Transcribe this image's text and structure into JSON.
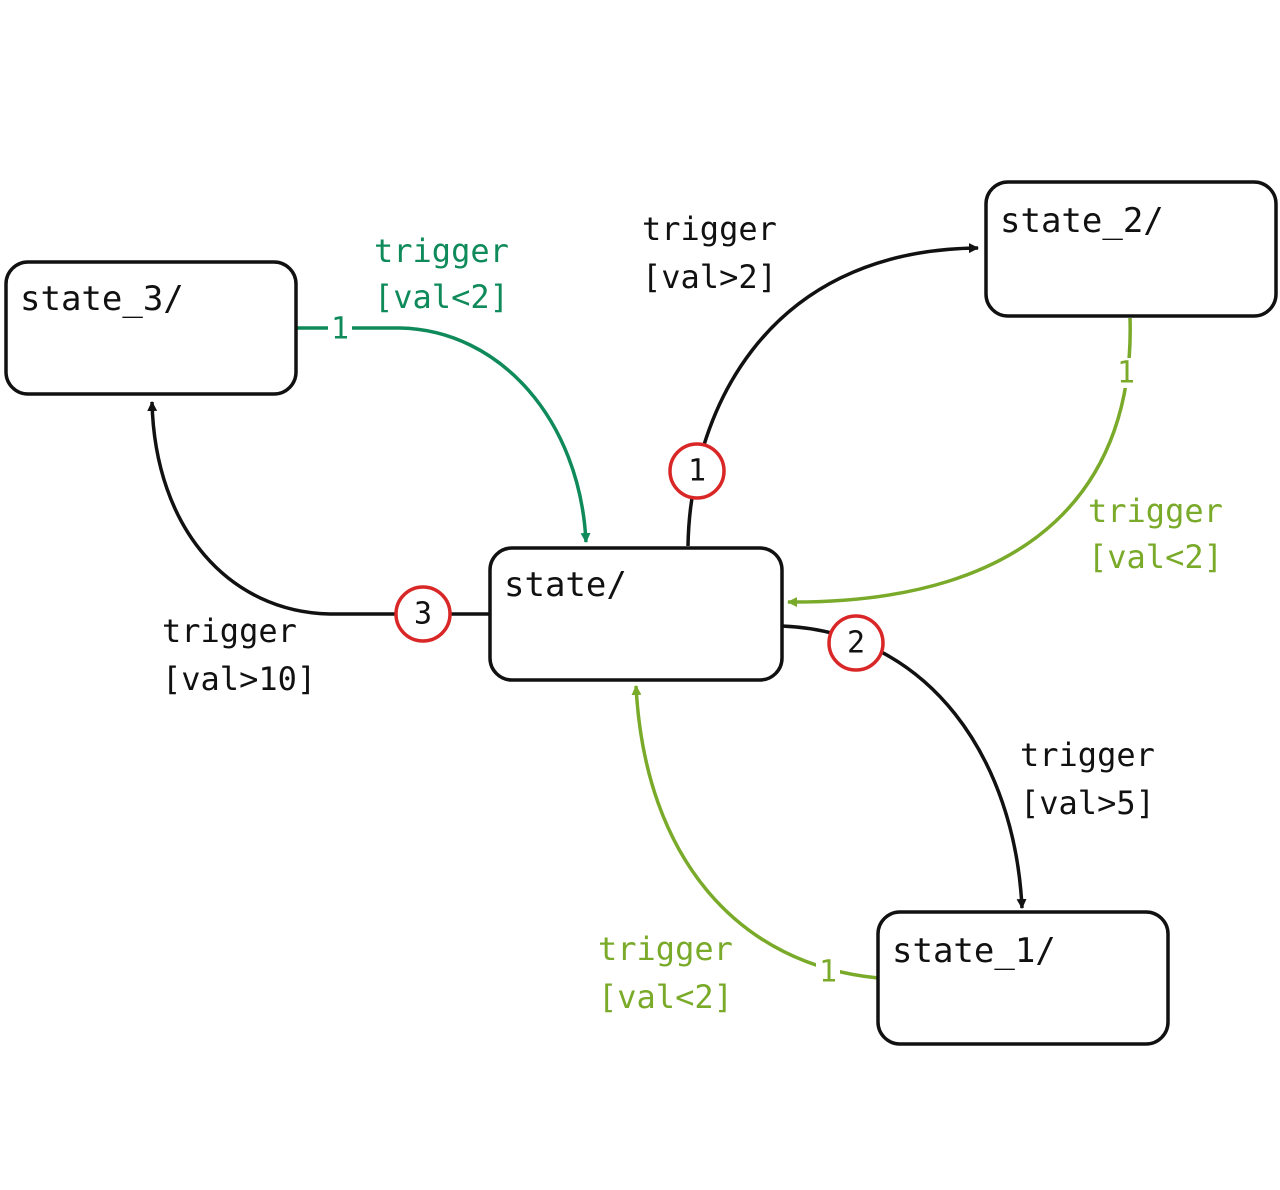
{
  "colors": {
    "black": "#111111",
    "dark_green": "#0f8a5a",
    "light_green": "#7aaa2a",
    "priority_ring": "#d92626"
  },
  "states": {
    "state": "state/",
    "state_1": "state_1/",
    "state_2": "state_2/",
    "state_3": "state_3/"
  },
  "transitions": {
    "to_state_2": {
      "line1": "trigger",
      "line2": "[val>2]",
      "priority": "1"
    },
    "to_state_1": {
      "line1": "trigger",
      "line2": "[val>5]",
      "priority": "2"
    },
    "to_state_3": {
      "line1": "trigger",
      "line2": "[val>10]",
      "priority": "3"
    },
    "from_state_3": {
      "line1": "trigger",
      "line2": "[val<2]",
      "priority": "1"
    },
    "from_state_2": {
      "line1": "trigger",
      "line2": "[val<2]",
      "priority": "1"
    },
    "from_state_1": {
      "line1": "trigger",
      "line2": "[val<2]",
      "priority": "1"
    }
  }
}
